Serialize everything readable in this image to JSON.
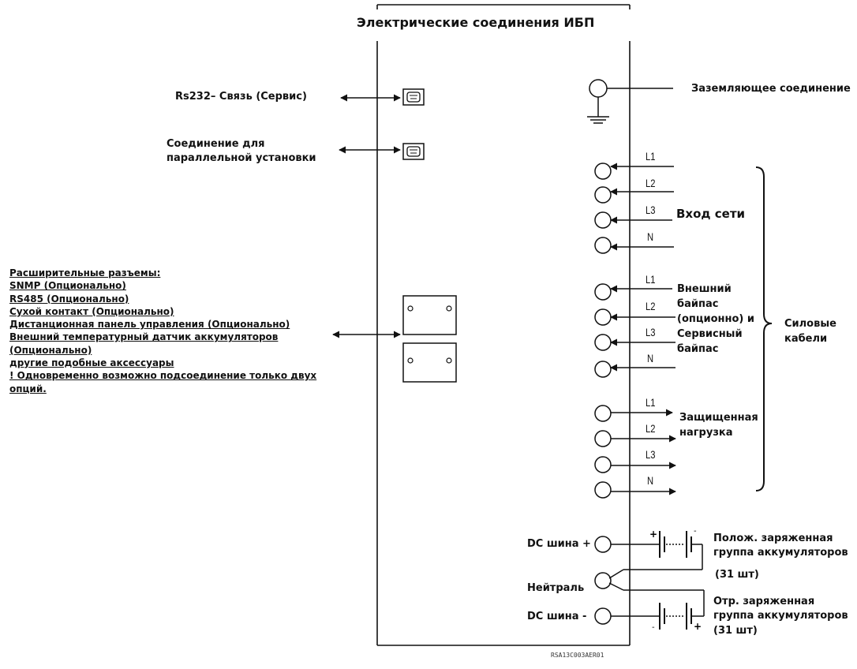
{
  "title": "Электрические соединения ИБП",
  "left_labels": {
    "rs232": "Rs232– Связь (Сервис)",
    "parallel": [
      "Соединение для",
      "параллельной установки"
    ]
  },
  "options": {
    "lines": [
      " Расширительные разъемы:",
      "SNMP (Опционально)",
      "RS485 (Опционально)",
      "Сухой контакт (Опционально)",
      "Дистанционная панель управления (Опционально)",
      "Внешний температурный датчик аккумуляторов ",
      "(Опционально)",
      "другие подобные аксессуары",
      "! Одновременно возможно подсоединение только двух ",
      "опций."
    ]
  },
  "ground_label": "Заземляющее соединение",
  "mains_input": {
    "label": "Вход сети",
    "phases": [
      "L1",
      "L2",
      "L3",
      "N"
    ]
  },
  "bypass": {
    "label": [
      "Внешний",
      "байпас",
      "(опционно) и",
      "Сервисный",
      "байпас"
    ],
    "phases": [
      "L1",
      "L2",
      "L3",
      "N"
    ]
  },
  "load": {
    "label": [
      "Защищенная",
      "нагрузка"
    ],
    "phases": [
      "L1",
      "L2",
      "L3",
      "N"
    ]
  },
  "power_cables": [
    "Силовые",
    "кабели"
  ],
  "dc": {
    "plus_label": "DC шина +",
    "neutral_label": "Нейтраль",
    "minus_label": "DC шина -",
    "pos_group": [
      "Полож. заряженная",
      "группа аккумуляторов",
      "(31 шт)"
    ],
    "neg_group": [
      "Отр. заряженная",
      "группа аккумуляторов",
      "(31 шт)"
    ],
    "plus_sign": "+",
    "minus_sign": "-"
  },
  "figure_code": "RSA13C003AER01",
  "colors": {
    "line": "#111111",
    "background": "#ffffff"
  }
}
